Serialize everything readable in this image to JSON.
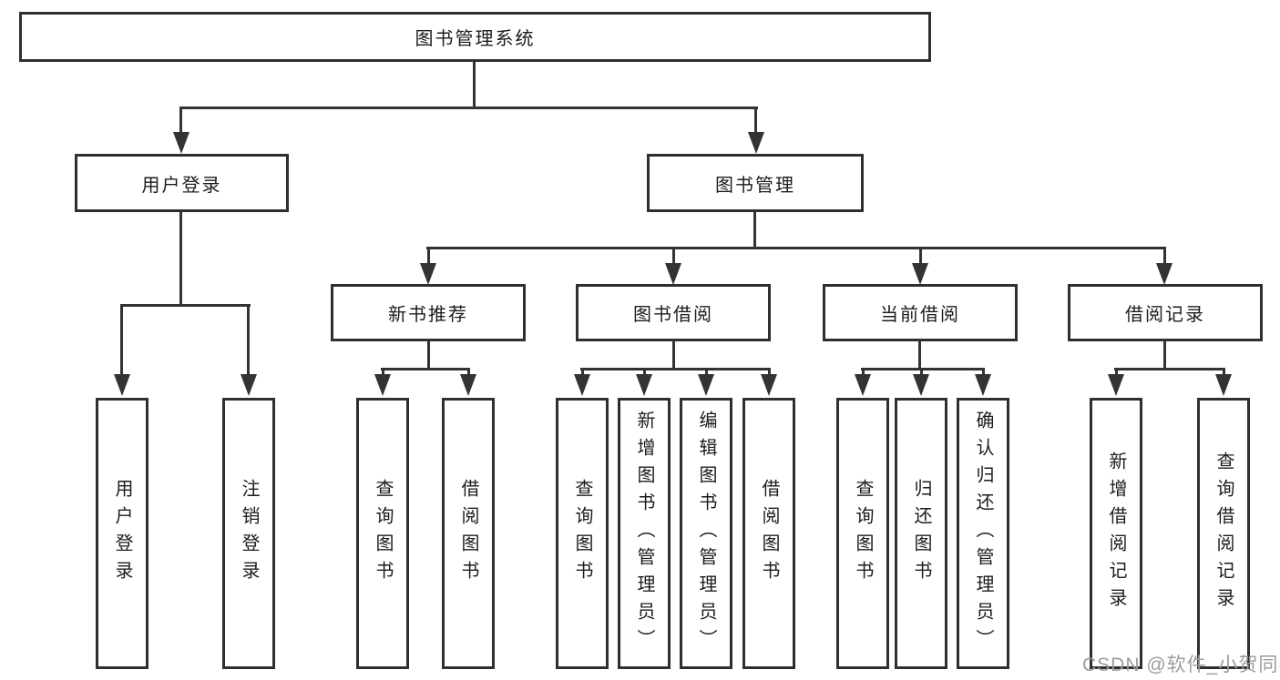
{
  "diagram": {
    "root": {
      "label": "图书管理系统"
    },
    "branches": [
      {
        "label": "用户登录",
        "children": [
          {
            "label": "用户登录"
          },
          {
            "label": "注销登录"
          }
        ]
      },
      {
        "label": "图书管理",
        "children": [
          {
            "label": "新书推荐",
            "children": [
              {
                "label": "查询图书"
              },
              {
                "label": "借阅图书"
              }
            ]
          },
          {
            "label": "图书借阅",
            "children": [
              {
                "label": "查询图书"
              },
              {
                "label": "新增图书（管理员）"
              },
              {
                "label": "编辑图书（管理员）"
              },
              {
                "label": "借阅图书"
              }
            ]
          },
          {
            "label": "当前借阅",
            "children": [
              {
                "label": "查询图书"
              },
              {
                "label": "归还图书"
              },
              {
                "label": "确认归还（管理员）"
              }
            ]
          },
          {
            "label": "借阅记录",
            "children": [
              {
                "label": "新增借阅记录"
              },
              {
                "label": "查询借阅记录"
              }
            ]
          }
        ]
      }
    ]
  },
  "watermark": {
    "text": "CSDN @软件_小贺同学"
  },
  "colors": {
    "line": "#333333",
    "box_border": "#2f2f2f",
    "text": "#1c1c1c",
    "watermark": "#9c9c9c",
    "background": "#ffffff"
  }
}
